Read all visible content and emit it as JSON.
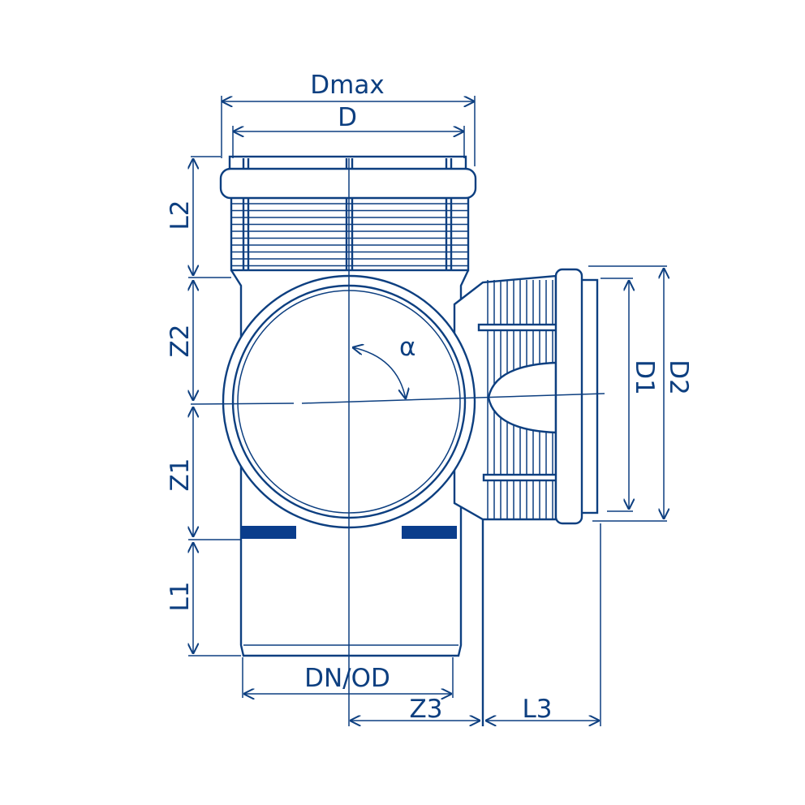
{
  "title": "Tee fitting with access branch – dimension drawing",
  "colors": {
    "line": "#0d3f80",
    "marker": "#0a3d8c"
  },
  "labels": {
    "dmax": "Dmax",
    "d": "D",
    "l2": "L2",
    "z2": "Z2",
    "z1": "Z1",
    "l1": "L1",
    "dnod": "DN/OD",
    "z3": "Z3",
    "l3": "L3",
    "d1": "D1",
    "d2": "D2",
    "alpha": "α"
  }
}
